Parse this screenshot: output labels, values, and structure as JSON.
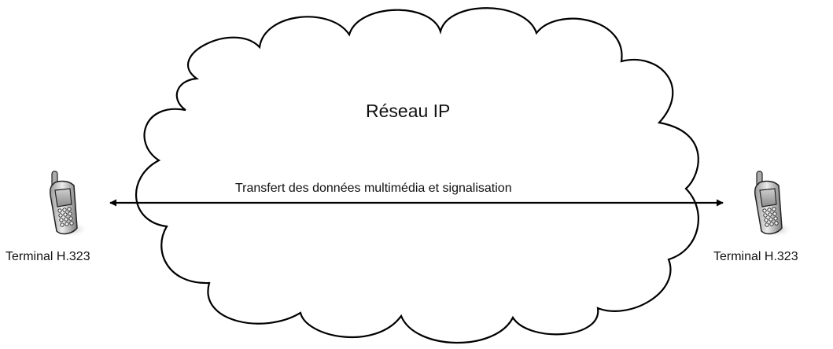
{
  "network": {
    "label": "Réseau IP"
  },
  "link": {
    "label": "Transfert des données multimédia et signalisation"
  },
  "terminals": [
    {
      "label": "Terminal H.323",
      "icon": "mobile-phone-icon"
    },
    {
      "label": "Terminal H.323",
      "icon": "mobile-phone-icon"
    }
  ]
}
